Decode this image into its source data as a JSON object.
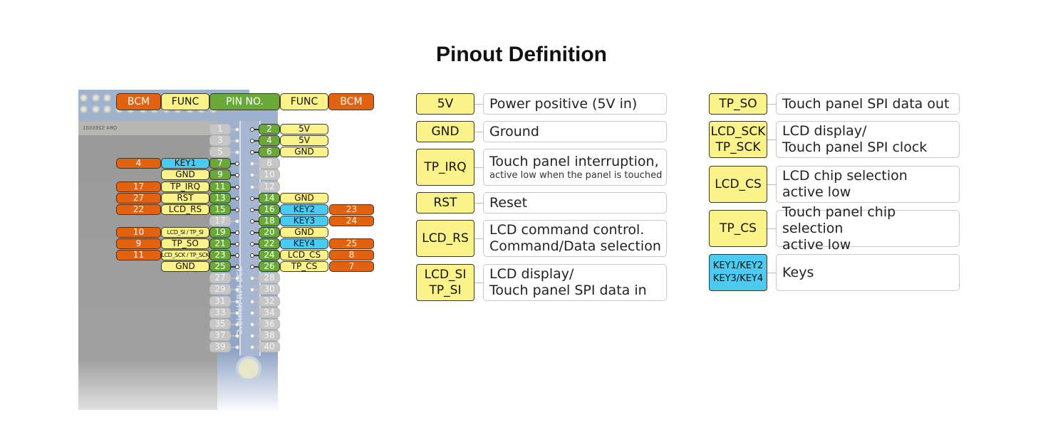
{
  "title": "Pinout Definition",
  "colors": {
    "bcm": "#e2620f",
    "func": "#fbf38a",
    "key": "#4ccbf2",
    "pin_active": "#6aa937",
    "pin_inactive": "#c6c6c6"
  },
  "pinout": {
    "headers": {
      "left_bcm": "BCM",
      "left_func": "FUNC",
      "pin_no": "PIN NO.",
      "right_func": "FUNC",
      "right_bcm": "BCM"
    },
    "board_silkscreen": "2.8inch RPi LCD",
    "board_label": "QR4 S26SS01",
    "pins": [
      {
        "pin": "1",
        "func": "",
        "bcm": "",
        "active": false
      },
      {
        "pin": "2",
        "func": "5V",
        "bcm": "",
        "active": true
      },
      {
        "pin": "3",
        "func": "",
        "bcm": "",
        "active": false
      },
      {
        "pin": "4",
        "func": "5V",
        "bcm": "",
        "active": true
      },
      {
        "pin": "5",
        "func": "",
        "bcm": "",
        "active": false
      },
      {
        "pin": "6",
        "func": "GND",
        "bcm": "",
        "active": true
      },
      {
        "pin": "7",
        "func": "KEY1",
        "bcm": "4",
        "active": true,
        "type": "key"
      },
      {
        "pin": "8",
        "func": "",
        "bcm": "",
        "active": false
      },
      {
        "pin": "9",
        "func": "GND",
        "bcm": "",
        "active": true
      },
      {
        "pin": "10",
        "func": "",
        "bcm": "",
        "active": false
      },
      {
        "pin": "11",
        "func": "TP_IRQ",
        "bcm": "17",
        "active": true
      },
      {
        "pin": "12",
        "func": "",
        "bcm": "",
        "active": false
      },
      {
        "pin": "13",
        "func": "RST",
        "bcm": "27",
        "active": true
      },
      {
        "pin": "14",
        "func": "GND",
        "bcm": "",
        "active": true
      },
      {
        "pin": "15",
        "func": "LCD_RS",
        "bcm": "22",
        "active": true
      },
      {
        "pin": "16",
        "func": "KEY2",
        "bcm": "23",
        "active": true,
        "type": "key"
      },
      {
        "pin": "17",
        "func": "",
        "bcm": "",
        "active": false
      },
      {
        "pin": "18",
        "func": "KEY3",
        "bcm": "24",
        "active": true,
        "type": "key"
      },
      {
        "pin": "19",
        "func": "LCD_SI / TP_SI",
        "bcm": "10",
        "active": true,
        "small": true
      },
      {
        "pin": "20",
        "func": "GND",
        "bcm": "",
        "active": true
      },
      {
        "pin": "21",
        "func": "TP_SO",
        "bcm": "9",
        "active": true
      },
      {
        "pin": "22",
        "func": "KEY4",
        "bcm": "25",
        "active": true,
        "type": "key"
      },
      {
        "pin": "23",
        "func": "LCD_SCK / TP_SCK",
        "bcm": "11",
        "active": true,
        "small": true
      },
      {
        "pin": "24",
        "func": "LCD_CS",
        "bcm": "8",
        "active": true
      },
      {
        "pin": "25",
        "func": "GND",
        "bcm": "",
        "active": true
      },
      {
        "pin": "26",
        "func": "TP_CS",
        "bcm": "7",
        "active": true
      },
      {
        "pin": "27",
        "func": "",
        "bcm": "",
        "active": false
      },
      {
        "pin": "28",
        "func": "",
        "bcm": "",
        "active": false
      },
      {
        "pin": "29",
        "func": "",
        "bcm": "",
        "active": false
      },
      {
        "pin": "30",
        "func": "",
        "bcm": "",
        "active": false
      },
      {
        "pin": "31",
        "func": "",
        "bcm": "",
        "active": false
      },
      {
        "pin": "32",
        "func": "",
        "bcm": "",
        "active": false
      },
      {
        "pin": "33",
        "func": "",
        "bcm": "",
        "active": false
      },
      {
        "pin": "34",
        "func": "",
        "bcm": "",
        "active": false
      },
      {
        "pin": "35",
        "func": "",
        "bcm": "",
        "active": false
      },
      {
        "pin": "36",
        "func": "",
        "bcm": "",
        "active": false
      },
      {
        "pin": "37",
        "func": "",
        "bcm": "",
        "active": false
      },
      {
        "pin": "38",
        "func": "",
        "bcm": "",
        "active": false
      },
      {
        "pin": "39",
        "func": "",
        "bcm": "",
        "active": false
      },
      {
        "pin": "40",
        "func": "",
        "bcm": "",
        "active": false
      }
    ]
  },
  "legend": {
    "left": [
      {
        "tag": [
          "5V"
        ],
        "desc": [
          "Power positive (5V in)"
        ],
        "color": "yellow"
      },
      {
        "tag": [
          "GND"
        ],
        "desc": [
          "Ground"
        ],
        "color": "yellow"
      },
      {
        "tag": [
          "TP_IRQ"
        ],
        "desc": [
          "Touch panel interruption,"
        ],
        "sub": "active low when the panel is touched",
        "color": "yellow"
      },
      {
        "tag": [
          "RST"
        ],
        "desc": [
          "Reset"
        ],
        "color": "yellow"
      },
      {
        "tag": [
          "LCD_RS"
        ],
        "desc": [
          "LCD command control.",
          "Command/Data selection"
        ],
        "color": "yellow"
      },
      {
        "tag": [
          "LCD_SI",
          "TP_SI"
        ],
        "desc": [
          "LCD display/",
          "Touch panel SPI data in"
        ],
        "color": "yellow"
      }
    ],
    "right": [
      {
        "tag": [
          "TP_SO"
        ],
        "desc": [
          "Touch panel SPI data out"
        ],
        "color": "yellow"
      },
      {
        "tag": [
          "LCD_SCK",
          "TP_SCK"
        ],
        "desc": [
          "LCD display/",
          "Touch panel SPI clock"
        ],
        "color": "yellow"
      },
      {
        "tag": [
          "LCD_CS"
        ],
        "desc": [
          "LCD chip selection",
          "active low"
        ],
        "color": "yellow"
      },
      {
        "tag": [
          "TP_CS"
        ],
        "desc": [
          "Touch panel chip selection",
          "active low"
        ],
        "color": "yellow"
      },
      {
        "tag": [
          "KEY1/KEY2",
          "KEY3/KEY4"
        ],
        "desc": [
          "Keys"
        ],
        "color": "blue"
      }
    ]
  }
}
